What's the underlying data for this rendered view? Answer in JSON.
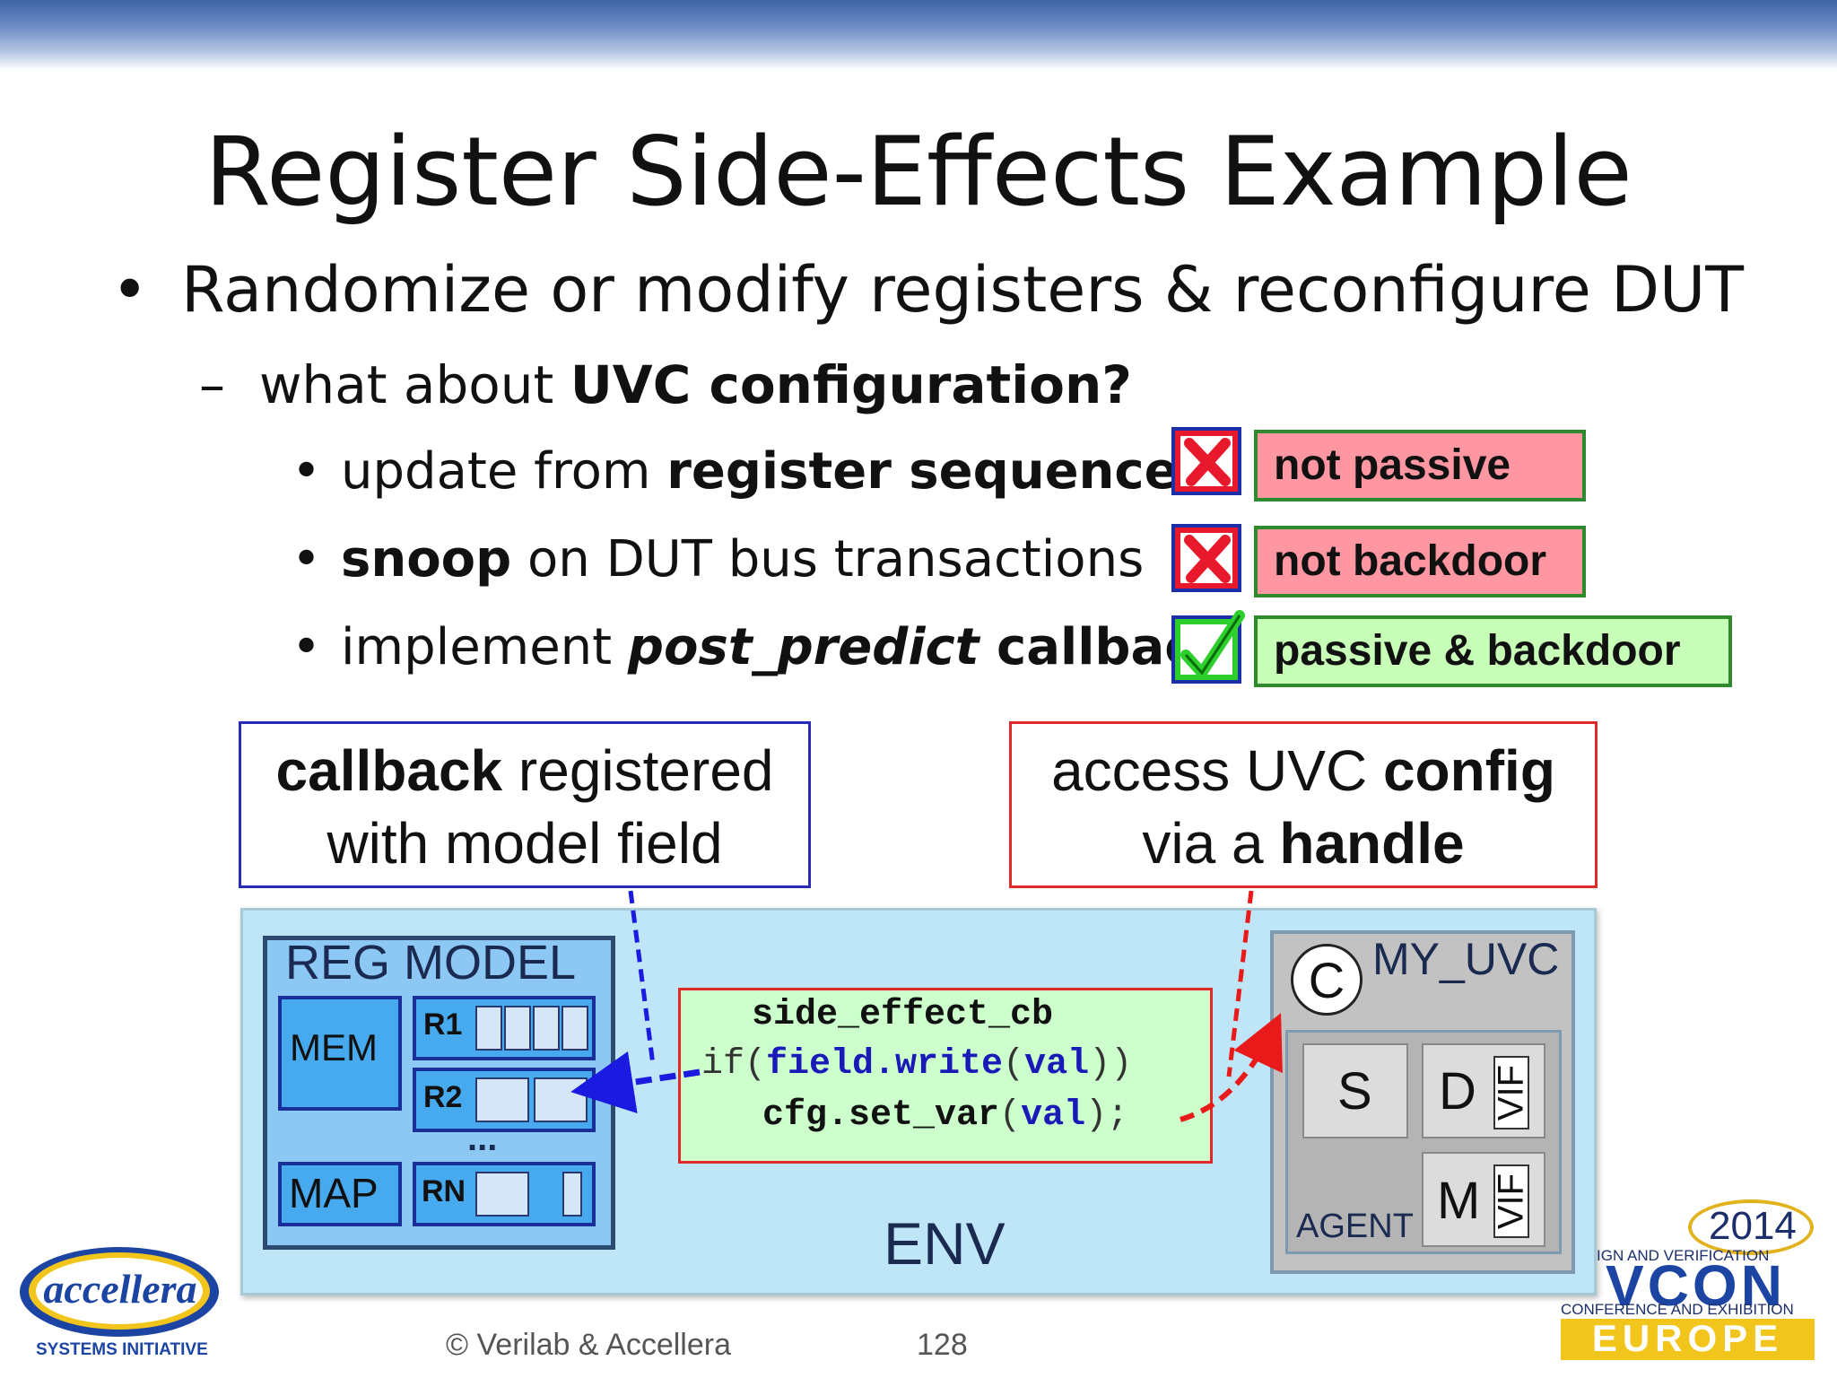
{
  "slide": {
    "title": "Register Side-Effects Example",
    "bullet1": "Randomize or modify registers & reconfigure DUT",
    "bullet2": {
      "dash": "–",
      "pre": "what about ",
      "bold": "UVC configuration?"
    },
    "subbullets": [
      {
        "pre": "update from ",
        "bold": "register sequences",
        "post": "",
        "status": "fail",
        "tag": "not passive"
      },
      {
        "pre": "",
        "bold": "snoop",
        "post": " on DUT bus transactions",
        "status": "fail",
        "tag": "not backdoor"
      },
      {
        "pre": "implement ",
        "bolditalic": "post_predict",
        "bold": " callback",
        "status": "pass",
        "tag": "passive & backdoor"
      }
    ]
  },
  "callouts": {
    "left": {
      "bold": "callback",
      "rest": " registered",
      "line2": "with model field"
    },
    "right": {
      "pre": "access UVC ",
      "bold": "config",
      "line2pre": "via a ",
      "line2bold": "handle"
    }
  },
  "diagram": {
    "env_label": "ENV",
    "reg_model": {
      "label": "REG MODEL",
      "mem": "MEM",
      "map": "MAP",
      "regs": [
        "R1",
        "R2",
        "RN"
      ],
      "ellipsis": "..."
    },
    "code": {
      "line1": "side_effect_cb",
      "line2": {
        "kw": "if(",
        "field": "field.write",
        "open": "(",
        "arg": "val",
        "close": "))"
      },
      "line3": {
        "call": "cfg.set_var",
        "open": "(",
        "arg": "val",
        "close": ");"
      }
    },
    "uvc": {
      "label": "MY_UVC",
      "config": "C",
      "agent": "AGENT",
      "sequencer": "S",
      "driver": "D",
      "monitor": "M",
      "vif": "VIF"
    }
  },
  "footer": {
    "copyright": "© Verilab & Accellera",
    "page": "128",
    "left_logo": {
      "name": "accellera",
      "tagline": "SYSTEMS INITIATIVE"
    },
    "right_logo": {
      "year": "2014",
      "line1": "IGN AND VERIFICATION",
      "name": "VCON",
      "line2": "CONFERENCE AND EXHIBITION",
      "region": "EUROPE"
    }
  },
  "colors": {
    "fail": "#e8192c",
    "pass": "#2ccf2c",
    "tag_fail_bg": "#ff97a2",
    "tag_pass_bg": "#c8ffb8",
    "code_blue": "#1a1ab8"
  }
}
